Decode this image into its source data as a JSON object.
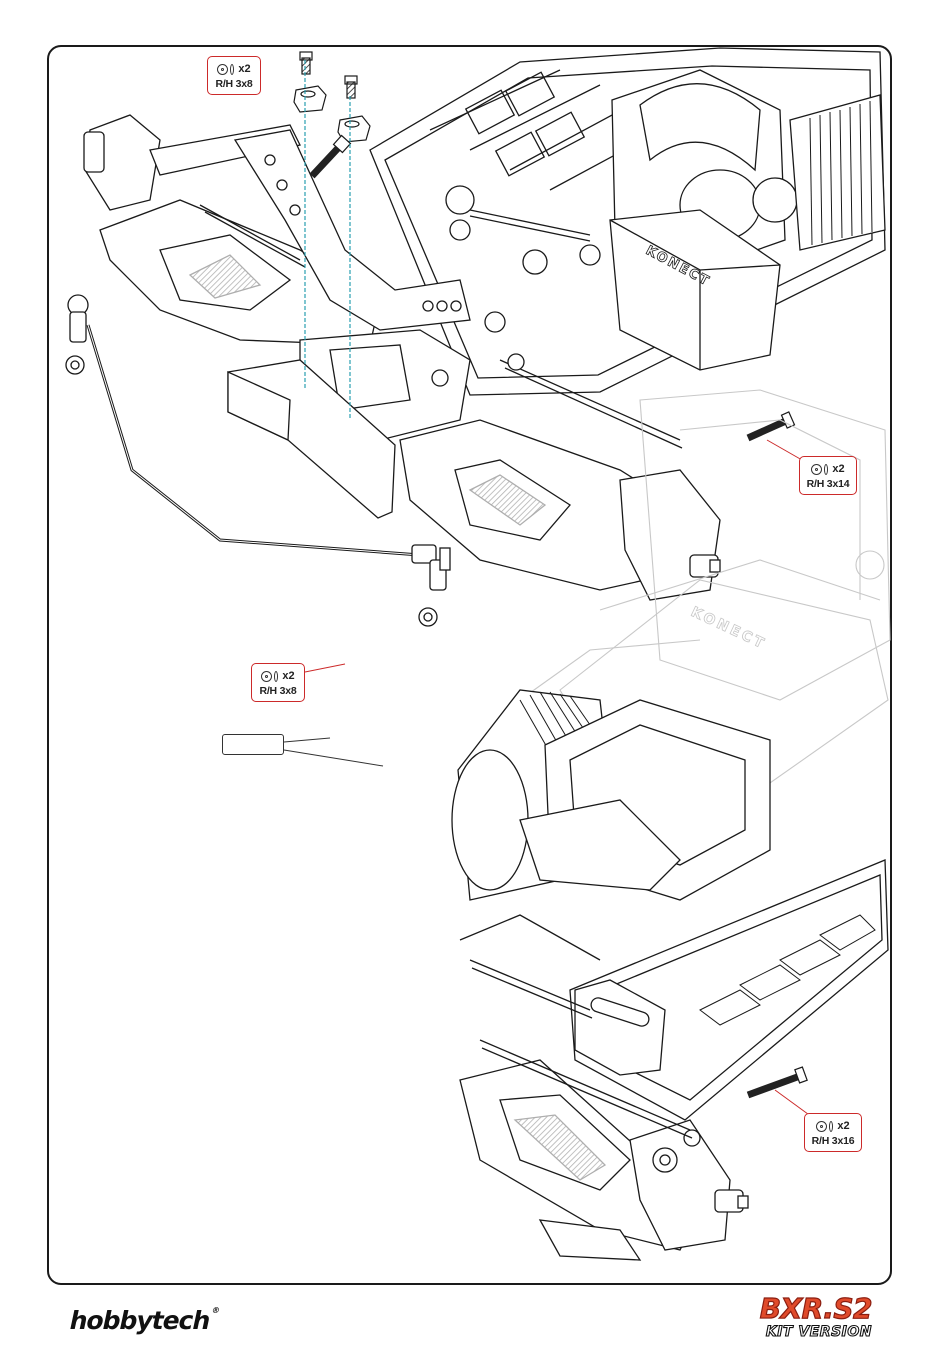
{
  "callouts": [
    {
      "id": "c1",
      "qty": "x2",
      "spec": "R/H 3x8"
    },
    {
      "id": "c2",
      "qty": "x2",
      "spec": "R/H 3x14"
    },
    {
      "id": "c3",
      "qty": "x2",
      "spec": "R/H 3x8"
    },
    {
      "id": "c4",
      "qty": "x2",
      "spec": "R/H 3x16"
    }
  ],
  "parts": {
    "servo_text": "KONECT",
    "ghost_text": "KONECT"
  },
  "brand": {
    "left_logo": "hobbytech",
    "left_reg": "®",
    "model": "BXR.S2",
    "version": "KIT VERSION"
  },
  "colors": {
    "callout_border": "#cc2a2a",
    "guide_line": "#2a9fb0",
    "model_red": "#e04a2a",
    "line_art": "#1a1a1a",
    "ghost_art": "#c8c8c8"
  }
}
